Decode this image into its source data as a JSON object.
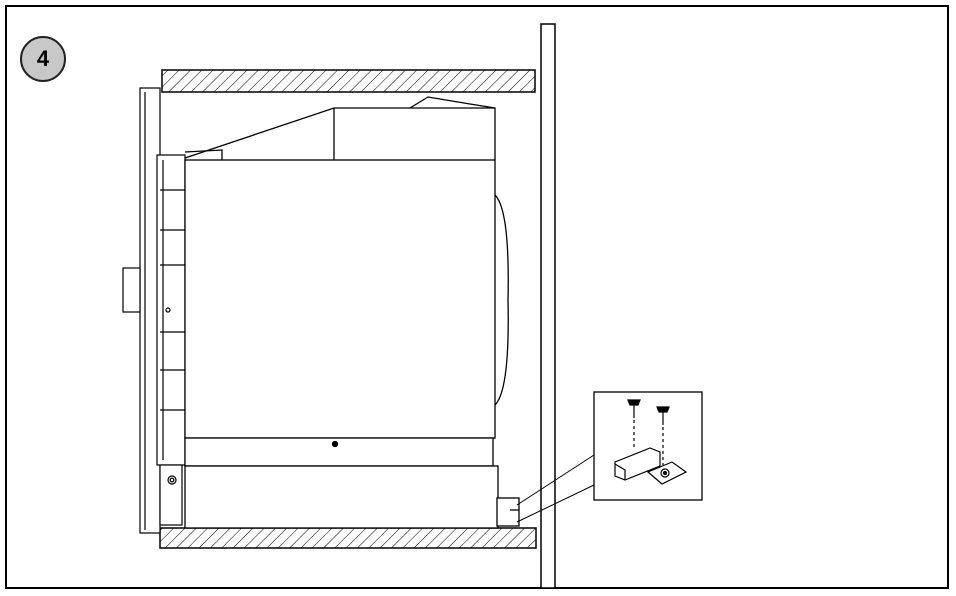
{
  "step": {
    "number": "4"
  },
  "colors": {
    "line": "#000000",
    "badge_fill": "#c8c8c8",
    "hatch": "#000000"
  },
  "parts": {
    "appliance": "appliance-body",
    "cabinet_side_panel": "cabinet-side-panel",
    "upper_shelf": "hatched-upper-shelf",
    "lower_shelf": "hatched-lower-shelf",
    "front_panel": "front-door-panel",
    "bracket_detail": "mounting-bracket-detail",
    "screws": "screw-icon"
  }
}
